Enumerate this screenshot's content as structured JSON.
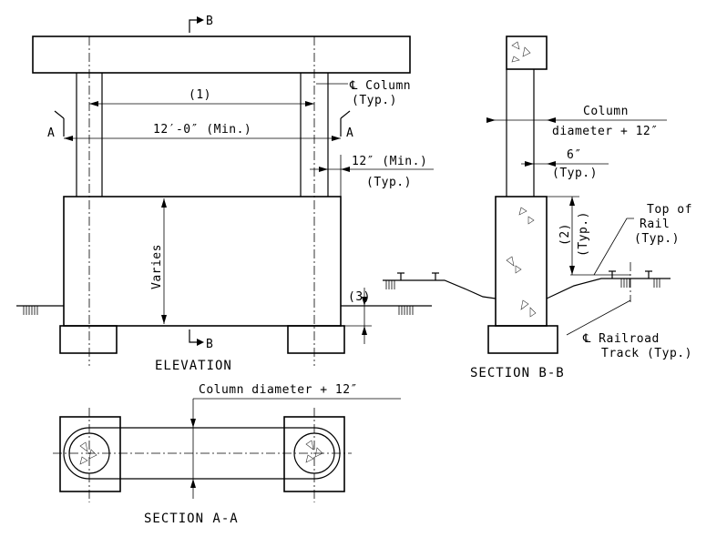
{
  "labels": {
    "cut_b": "B",
    "cut_a": "A",
    "dim_1": "(1)",
    "clear_min": "12′-0″ (Min.)",
    "col_cl": "℄ Column",
    "typ": "(Typ.)",
    "min12": "12″ (Min.)",
    "varies": "Varies",
    "dim_3": "(3)",
    "elevation": "ELEVATION",
    "col_diam_a": "Column",
    "col_diam_b": "diameter + 12″",
    "six_in": "6″",
    "dim_2": "(2)",
    "top_of": "Top of",
    "rail": "Rail",
    "rr_cl": "℄ Railroad",
    "track": "Track (Typ.)",
    "section_bb": "SECTION B-B",
    "col_diam_full": "Column diameter + 12″",
    "section_aa": "SECTION A-A"
  }
}
